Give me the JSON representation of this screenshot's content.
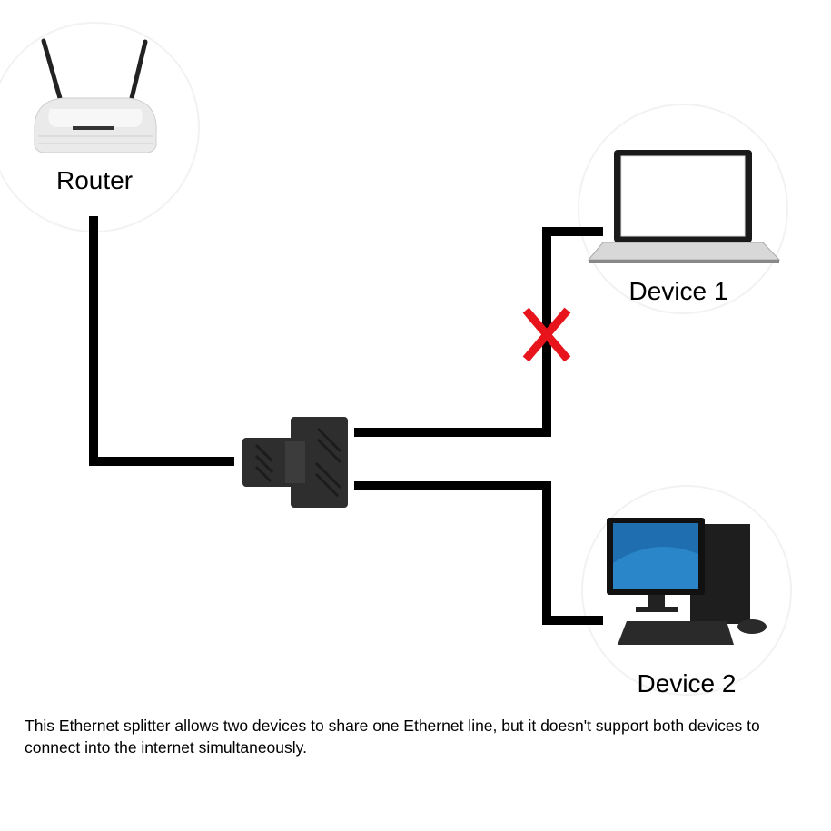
{
  "labels": {
    "router": "Router",
    "device1": "Device 1",
    "device2": "Device 2"
  },
  "caption": "This Ethernet splitter allows two devices to share one Ethernet line, but it doesn't support both devices to connect into the internet simultaneously.",
  "colors": {
    "cable": "#000000",
    "cross": "#e8141b",
    "splitter": "#2e2e2e"
  }
}
